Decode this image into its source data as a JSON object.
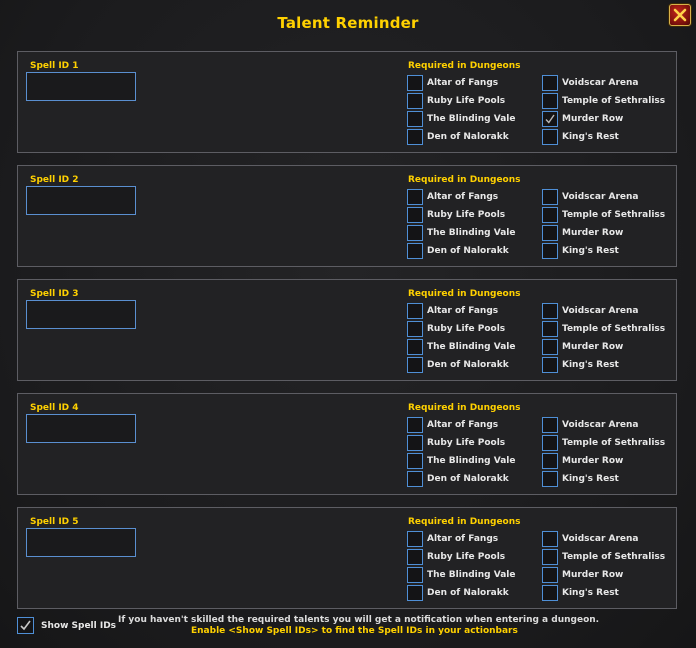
{
  "window": {
    "title": "Talent Reminder"
  },
  "required_label": "Required in Dungeons",
  "dungeons_left": [
    "Altar of Fangs",
    "Ruby Life Pools",
    "The Blinding Vale",
    "Den of Nalorakk"
  ],
  "dungeons_right": [
    "Voidscar Arena",
    "Temple of Sethraliss",
    "Murder Row",
    "King's Rest"
  ],
  "spells": [
    {
      "label": "Spell ID 1",
      "value": "",
      "checked_left": [
        false,
        false,
        false,
        false
      ],
      "checked_right": [
        false,
        false,
        true,
        false
      ]
    },
    {
      "label": "Spell ID 2",
      "value": "",
      "checked_left": [
        false,
        false,
        false,
        false
      ],
      "checked_right": [
        false,
        false,
        false,
        false
      ]
    },
    {
      "label": "Spell ID 3",
      "value": "",
      "checked_left": [
        false,
        false,
        false,
        false
      ],
      "checked_right": [
        false,
        false,
        false,
        false
      ]
    },
    {
      "label": "Spell ID 4",
      "value": "",
      "checked_left": [
        false,
        false,
        false,
        false
      ],
      "checked_right": [
        false,
        false,
        false,
        false
      ]
    },
    {
      "label": "Spell ID 5",
      "value": "",
      "checked_left": [
        false,
        false,
        false,
        false
      ],
      "checked_right": [
        false,
        false,
        false,
        false
      ]
    }
  ],
  "footer": {
    "show_spell_ids_label": "Show Spell IDs",
    "show_spell_ids_checked": true,
    "info": "If you haven't skilled the required talents you will get a notification when entering a dungeon.",
    "hint": "Enable <Show Spell IDs> to find the Spell IDs in your actionbars"
  },
  "icons": {
    "close": "close-x-icon",
    "check": "checkmark-icon"
  }
}
